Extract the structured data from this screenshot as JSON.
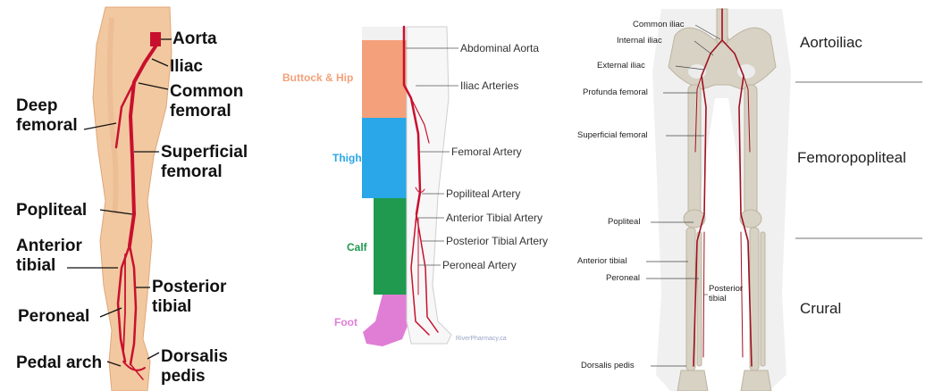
{
  "colors": {
    "artery": "#c8102e",
    "skin": "#f2c8a0",
    "buttock_hip": "#f4a07a",
    "thigh": "#29a7e8",
    "calf": "#1f9a4f",
    "foot": "#e07ed6",
    "bone": "#d8d2c4"
  },
  "panel1": {
    "labels": {
      "aorta": "Aorta",
      "iliac": "Iliac",
      "common_femoral": "Common\nfemoral",
      "deep_femoral": "Deep\nfemoral",
      "superficial_femoral": "Superficial\nfemoral",
      "popliteal": "Popliteal",
      "anterior_tibial": "Anterior\ntibial",
      "posterior_tibial": "Posterior\ntibial",
      "peroneal": "Peroneal",
      "pedal_arch": "Pedal arch",
      "dorsalis_pedis": "Dorsalis\npedis"
    }
  },
  "panel2": {
    "segments": {
      "buttock_hip": "Buttock & Hip",
      "thigh": "Thigh",
      "calf": "Calf",
      "foot": "Foot"
    },
    "labels": {
      "abdominal_aorta": "Abdominal Aorta",
      "iliac_arteries": "Iliac Arteries",
      "femoral_artery": "Femoral Artery",
      "popliteal_artery": "Popiliteal Artery",
      "anterior_tibial_artery": "Anterior Tibial Artery",
      "posterior_tibial_artery": "Posterior Tibial Artery",
      "peroneal_artery": "Peroneal Artery"
    },
    "watermark": "RiverPharmacy.ca"
  },
  "panel3": {
    "labels": {
      "common_iliac": "Common iliac",
      "internal_iliac": "Internal iliac",
      "external_iliac": "External iliac",
      "profunda_femoral": "Profunda femoral",
      "superficial_femoral": "Superficial femoral",
      "popliteal": "Popliteal",
      "anterior_tibial": "Anterior tibial",
      "peroneal": "Peroneal",
      "posterior_tibial": "Posterior\ntibial",
      "dorsalis_pedis": "Dorsalis pedis"
    },
    "regions": {
      "aortoiliac": "Aortoiliac",
      "femoropopliteal": "Femoropopliteal",
      "crural": "Crural"
    }
  }
}
